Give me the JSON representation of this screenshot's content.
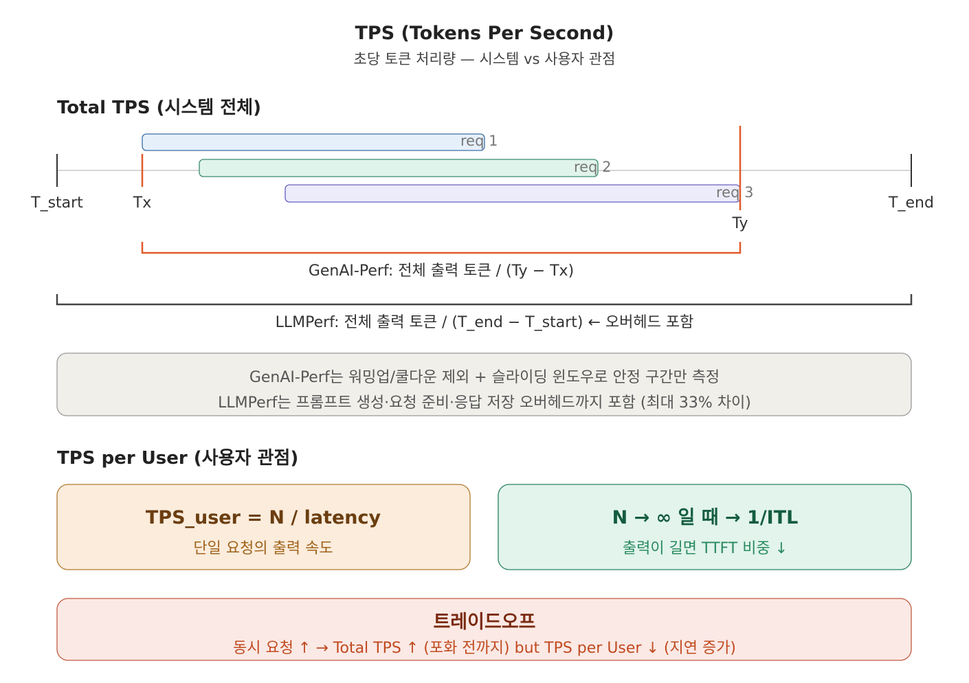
{
  "title": "TPS (Tokens Per Second)",
  "subtitle": "초당 토큰 처리량 — 시스템 vs 사용자 관점",
  "total_section": {
    "heading": "Total TPS (시스템 전체)",
    "markers": {
      "t_start": "T_start",
      "tx": "Tx",
      "ty": "Ty",
      "t_end": "T_end"
    },
    "requests": [
      "req 1",
      "req 2",
      "req 3"
    ],
    "genai_formula": "GenAI-Perf: 전체 출력 토큰 / (Ty − Tx)",
    "llmperf_formula": "LLMPerf: 전체 출력 토큰 / (T_end − T_start) ← 오버헤드 포함",
    "note_lines": [
      "GenAI-Perf는 워밍업/쿨다운 제외 + 슬라이딩 윈도우로 안정 구간만 측정",
      "LLMPerf는 프롬프트 생성·요청 준비·응답 저장 오버헤드까지 포함 (최대 33% 차이)"
    ]
  },
  "user_section": {
    "heading": "TPS per User (사용자 관점)",
    "formula_box": {
      "title": "TPS_user = N / latency",
      "subtitle": "단일 요청의 출력 속도"
    },
    "limit_box": {
      "title": "N → ∞ 일 때 → 1/ITL",
      "subtitle": "출력이 길면 TTFT 비중 ↓"
    },
    "tradeoff_box": {
      "title": "트레이드오프",
      "subtitle": "동시 요청 ↑ → Total TPS ↑ (포화 전까지) but TPS per User ↓ (지연 증가)"
    }
  },
  "colors": {
    "accent_red": "#e05a2b",
    "req1": "#3b6fa8",
    "req2": "#3a8a6a",
    "req3": "#6a5fc0"
  }
}
